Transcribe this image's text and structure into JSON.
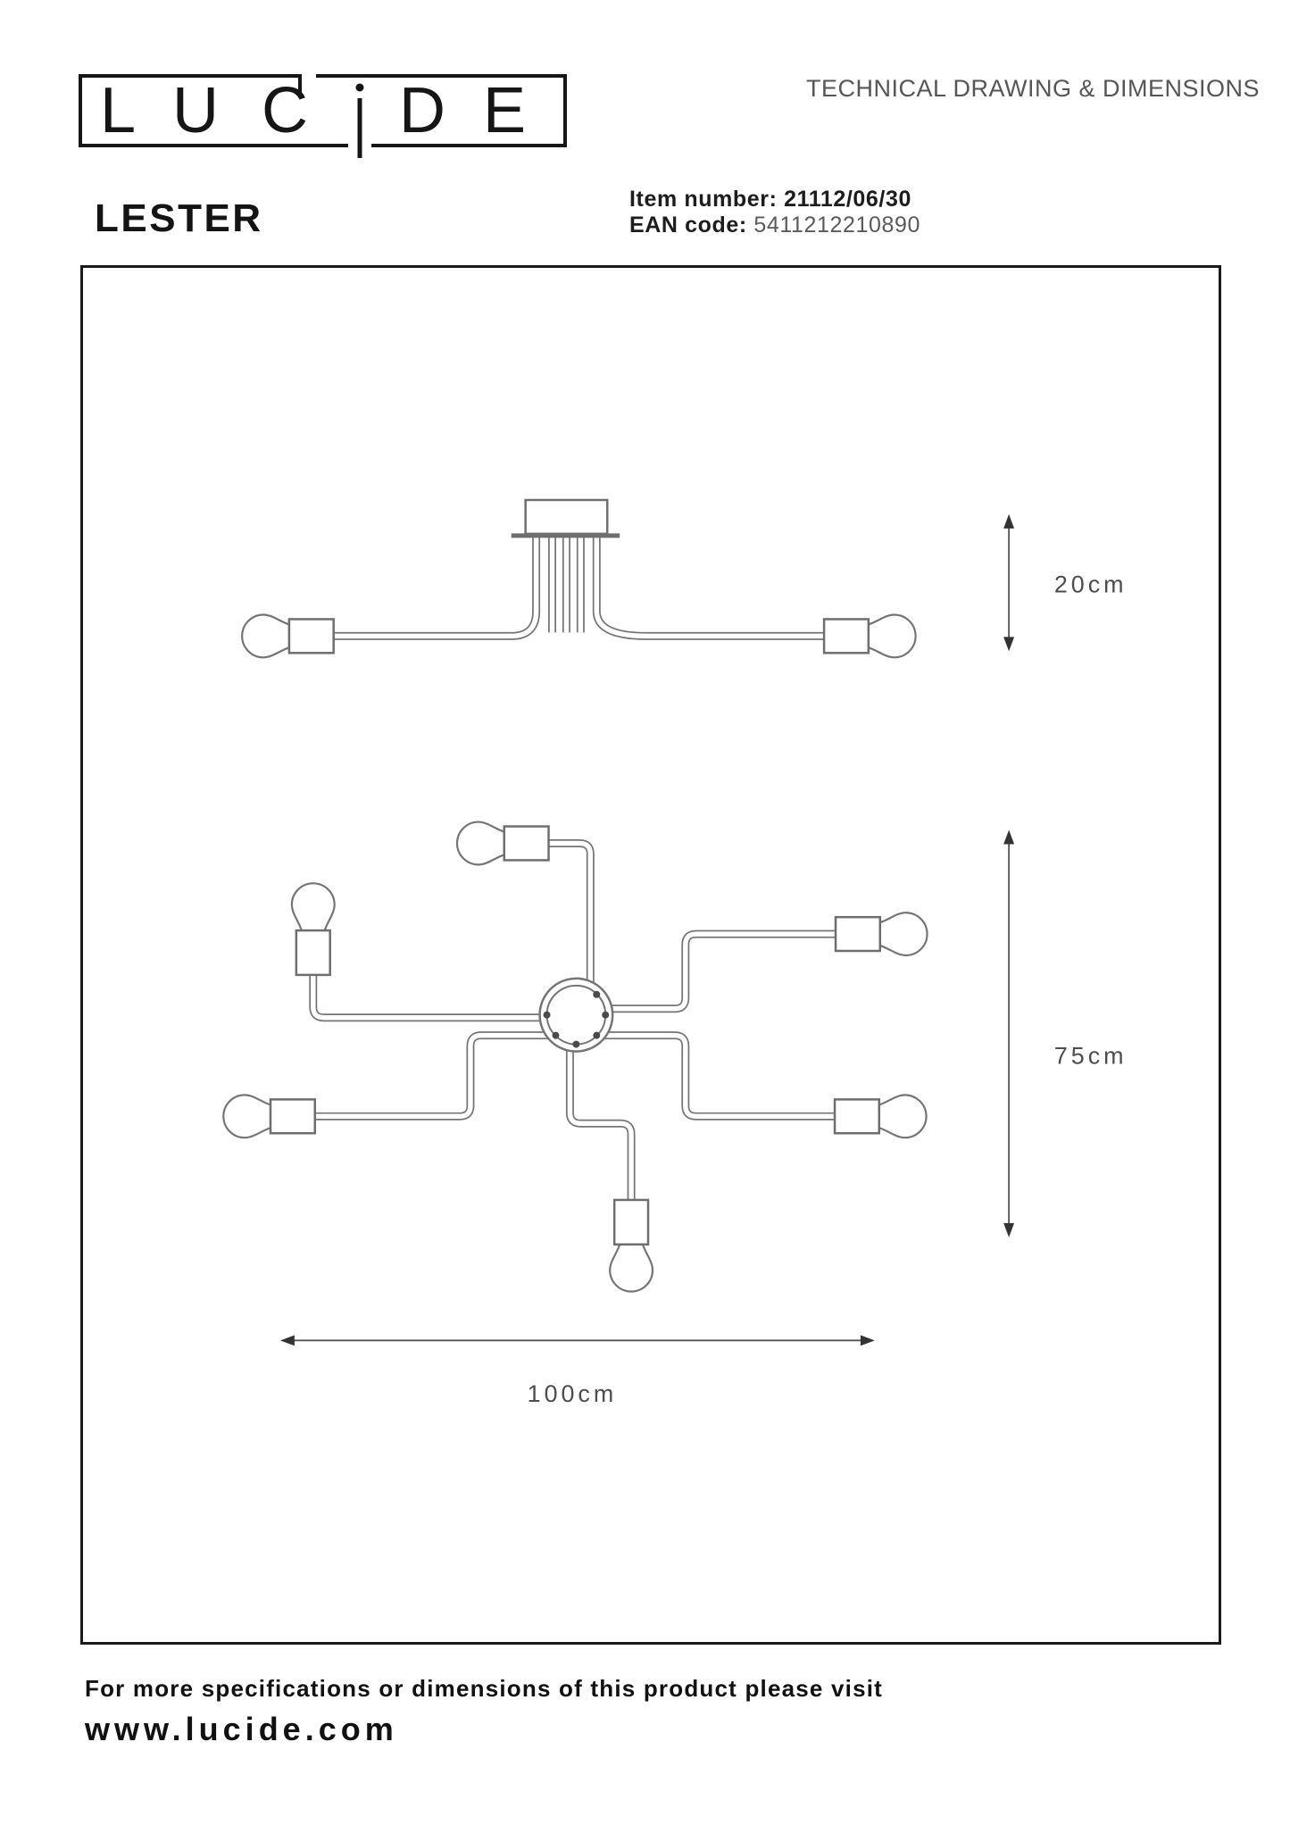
{
  "header": {
    "technical_label": "TECHNICAL DRAWING & DIMENSIONS",
    "brand_letters": [
      "L",
      "U",
      "C",
      "D",
      "E"
    ],
    "product_name": "LESTER",
    "item_number_label": "Item number:",
    "item_number": "21112/06/30",
    "ean_label": "EAN code:",
    "ean_code": "5411212210890"
  },
  "drawing": {
    "type": "technical-drawing",
    "views": [
      "side-view",
      "top-view"
    ],
    "bulb_count": 6,
    "dimensions": {
      "height": "20cm",
      "depth": "75cm",
      "width": "100cm"
    }
  },
  "footer": {
    "line1": "For more specifications or dimensions of this product please visit",
    "url": "www.lucide.com"
  },
  "colors": {
    "ink": "#161616",
    "drawing_line": "#757575",
    "dimension_text": "#4d4d4d"
  }
}
